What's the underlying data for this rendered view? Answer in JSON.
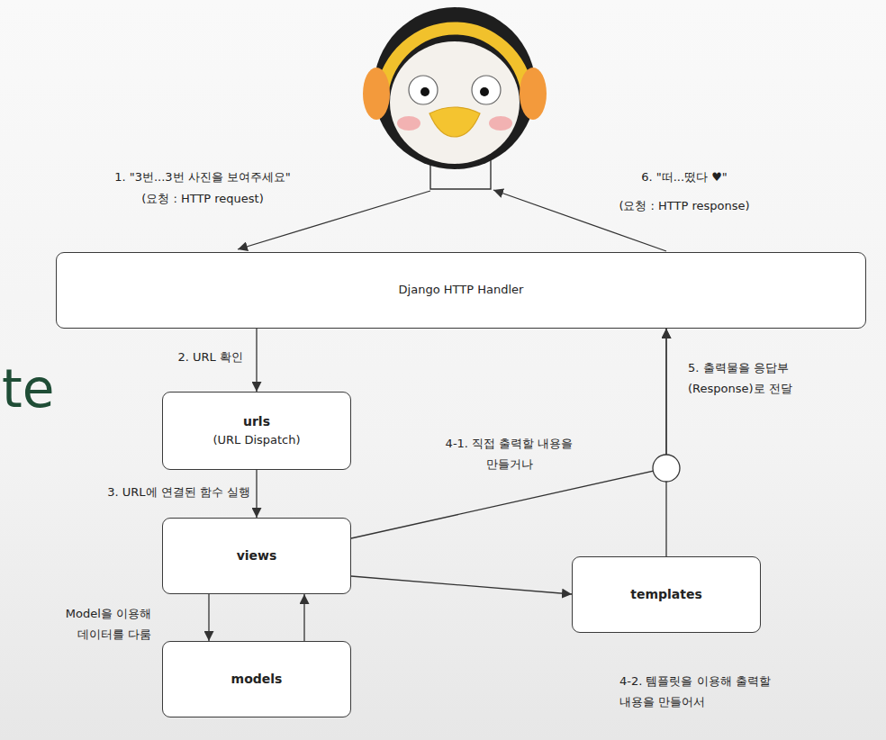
{
  "diagram": {
    "nodes": [
      {
        "text": [
          "Django HTTP Handler"
        ]
      },
      {
        "text": [
          "urls",
          "(URL Dispatch)"
        ]
      },
      {
        "text": [
          "views"
        ]
      },
      {
        "text": [
          "models"
        ]
      },
      {
        "text": [
          "templates"
        ]
      }
    ],
    "edges": [
      {
        "from": 0,
        "to": 1,
        "arrow": "to",
        "label": "2. URL 확인"
      },
      {
        "from": 1,
        "to": 2,
        "arrow": "to",
        "label": "3. URL에 연결된 함수 실행"
      },
      {
        "from": 2,
        "to": 3,
        "arrow": "to"
      },
      {
        "from": 3,
        "to": 2,
        "arrow": "to"
      },
      {
        "from": 2,
        "to": 4,
        "arrow": "to"
      },
      {
        "from": 2,
        "to": 0,
        "arrow": "to",
        "label": "4-1. 직접 출력할 내용을 만들거나"
      },
      {
        "from": 4,
        "to": 0,
        "arrow": "to",
        "label": "5. 출력물을 응답부 (Response)로 전달"
      }
    ],
    "labels": [
      "1. \"3번...3번 사진을 보여주세요\"",
      "(요청 : HTTP request)",
      "6. \"떠...떴다 ♥\"",
      "(요청 : HTTP response)",
      "te",
      "Model을 이용해 데이터를 다룸",
      "4-2. 템플릿을 이용해 출력할 내용을 만들어서"
    ]
  }
}
